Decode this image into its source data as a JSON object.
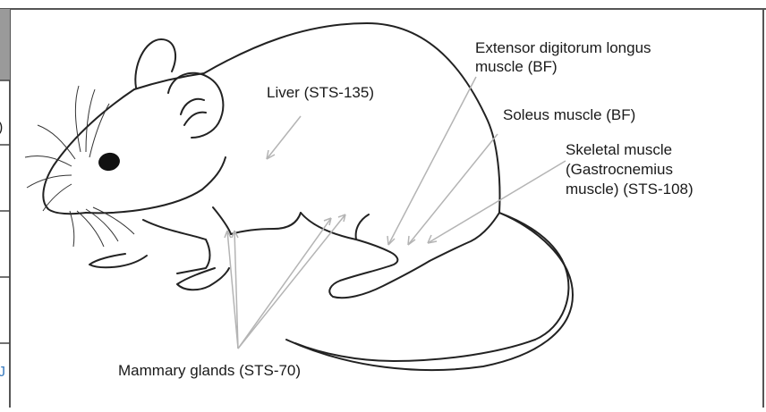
{
  "labels": {
    "liver": "Liver (STS-135)",
    "edl_line1": "Extensor digitorum longus",
    "edl_line2": "muscle (BF)",
    "soleus": "Soleus muscle (BF)",
    "skeletal_line1": "Skeletal muscle",
    "skeletal_line2": "(Gastrocnemius",
    "skeletal_line3": "muscle) (STS-108)",
    "mammary": "Mammary glands (STS-70)"
  },
  "left_table": {
    "cell_fragment_1": ")",
    "cell_fragment_2": "J"
  },
  "colors": {
    "outline": "#222222",
    "pointer": "#b4b4b4",
    "table_header": "#9a9a9a",
    "frame": "#555555"
  }
}
